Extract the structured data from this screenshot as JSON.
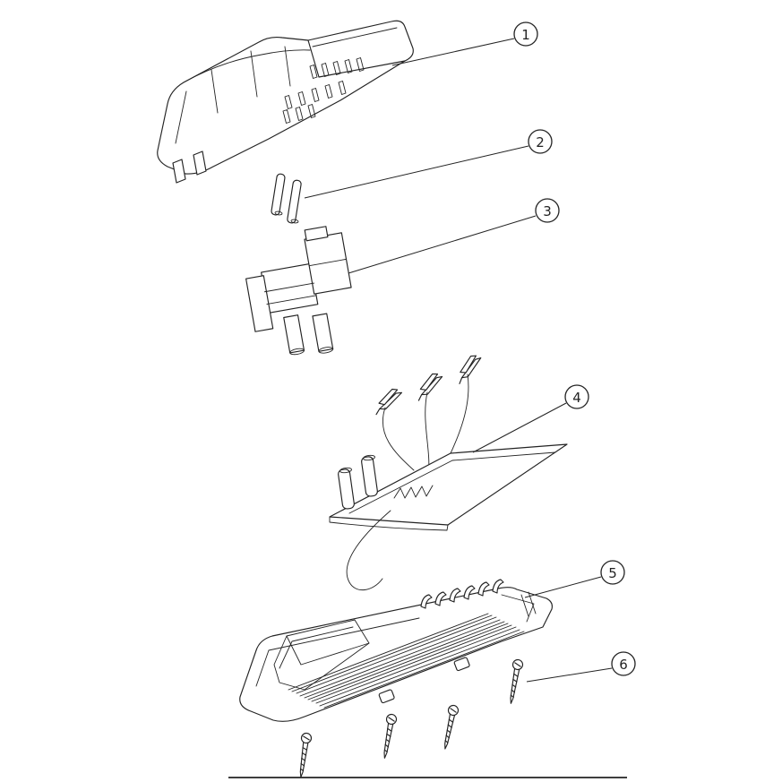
{
  "colors": {
    "ink": "#232323",
    "paper": "#ffffff"
  },
  "callouts": [
    {
      "label": "1",
      "part": "top-housing"
    },
    {
      "label": "2",
      "part": "contact-pins"
    },
    {
      "label": "3",
      "part": "connector-block"
    },
    {
      "label": "4",
      "part": "circuit-board-assembly"
    },
    {
      "label": "5",
      "part": "bottom-housing"
    },
    {
      "label": "6",
      "part": "mounting-screws"
    }
  ]
}
